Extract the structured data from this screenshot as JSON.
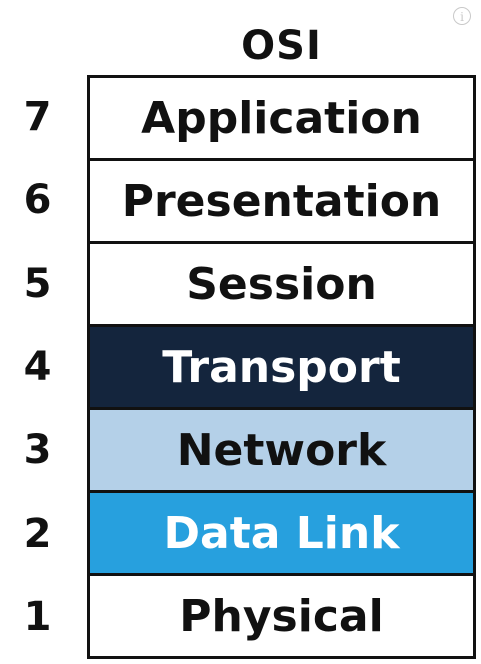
{
  "title": "OSI",
  "info_icon": "info-icon",
  "layers": [
    {
      "number": "7",
      "name": "Application",
      "bg": "#ffffff",
      "fg": "#111111"
    },
    {
      "number": "6",
      "name": "Presentation",
      "bg": "#ffffff",
      "fg": "#111111"
    },
    {
      "number": "5",
      "name": "Session",
      "bg": "#ffffff",
      "fg": "#111111"
    },
    {
      "number": "4",
      "name": "Transport",
      "bg": "#14253d",
      "fg": "#ffffff"
    },
    {
      "number": "3",
      "name": "Network",
      "bg": "#b4d0e8",
      "fg": "#111111"
    },
    {
      "number": "2",
      "name": "Data Link",
      "bg": "#27a0de",
      "fg": "#ffffff"
    },
    {
      "number": "1",
      "name": "Physical",
      "bg": "#ffffff",
      "fg": "#111111"
    }
  ]
}
